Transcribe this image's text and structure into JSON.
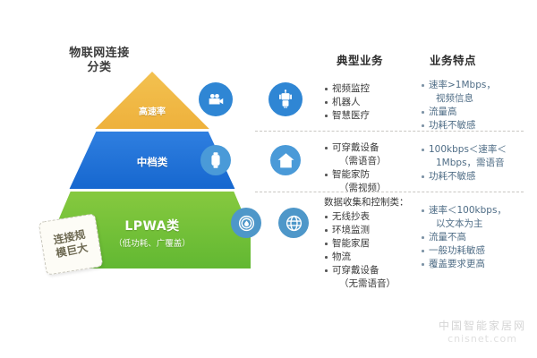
{
  "left_title": {
    "line1": "物联网连接",
    "line2": "分类"
  },
  "headers": {
    "typical_services": "典型业务",
    "service_features": "业务特点"
  },
  "pyramid": {
    "tiers": [
      {
        "label": "高速率",
        "sub": "",
        "color": "#eeb13c"
      },
      {
        "label": "中档类",
        "sub": "",
        "color": "#1667cf"
      },
      {
        "label": "LPWA类",
        "sub": "（低功耗、广覆盖）",
        "color": "#62b832"
      }
    ]
  },
  "callout": {
    "line1": "连接规",
    "line2": "模巨大"
  },
  "rows": [
    {
      "icons": [
        "video-camera-icon",
        "robot-icon"
      ],
      "services": {
        "pre": "",
        "items": [
          "视频监控",
          "机器人",
          "智慧医疗"
        ]
      },
      "features": {
        "items": [
          {
            "text": "速率>1Mbps，",
            "cont": "视频信息"
          },
          {
            "text": "流量高",
            "cont": ""
          },
          {
            "text": "功耗不敏感",
            "cont": ""
          }
        ]
      }
    },
    {
      "icons": [
        "smartwatch-icon",
        "home-icon"
      ],
      "services": {
        "pre": "",
        "items": [
          "可穿戴设备",
          "（需语音）",
          "智能家防",
          "（需视频）"
        ]
      },
      "features": {
        "items": [
          {
            "text": "100kbps＜速率＜",
            "cont": "1Mbps，需语音"
          },
          {
            "text": "功耗不敏感",
            "cont": ""
          }
        ]
      }
    },
    {
      "icons": [
        "water-meter-icon",
        "globe-icon"
      ],
      "services": {
        "pre": "数据收集和控制类：",
        "items": [
          "无线抄表",
          "环境监测",
          "智能家居",
          "物流",
          "可穿戴设备",
          "（无需语音）"
        ]
      },
      "features": {
        "items": [
          {
            "text": "速率＜100kbps，",
            "cont": "以文本为主"
          },
          {
            "text": "流量不高",
            "cont": ""
          },
          {
            "text": "一般功耗敏感",
            "cont": ""
          },
          {
            "text": "覆盖要求更高",
            "cont": ""
          }
        ]
      }
    }
  ],
  "watermark": {
    "line1": "中国智能家居网",
    "line2": "cnisnet.com"
  }
}
